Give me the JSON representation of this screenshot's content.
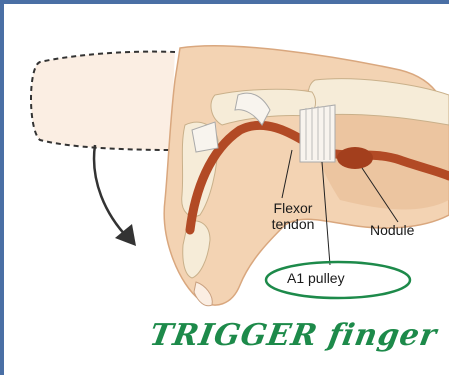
{
  "labels": {
    "flexor_line1": "Flexor",
    "flexor_line2": "tendon",
    "nodule": "Nodule",
    "a1_pulley": "A1 pulley"
  },
  "handwritten_note": "TRIGGER finger",
  "colors": {
    "skin": "#f3d3b3",
    "skin_shadow": "#e3b48c",
    "tendon": "#b24a25",
    "bone": "#f6ecd8",
    "annotation_green": "#1d8a4a",
    "frame": "#4a6fa5"
  }
}
